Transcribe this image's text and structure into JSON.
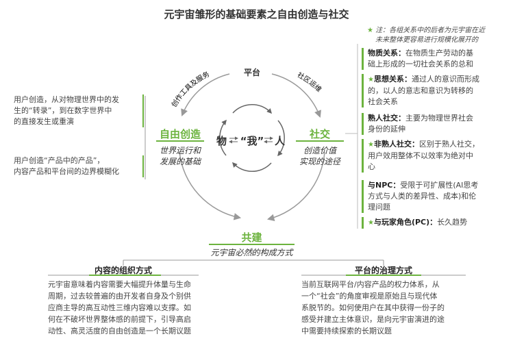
{
  "title": "元宇宙雏形的基础要素之自由创造与社交",
  "note": {
    "line1": "注：各组关系中的后者为元宇宙在近",
    "line2": "未来整体更容易进行规模化展开的"
  },
  "diagram": {
    "top_node": "平台",
    "arc_left_label": "创作工具及服务",
    "arc_right_label": "社区运维",
    "left_node": {
      "title": "自由创造",
      "sub1": "世界运行和",
      "sub2": "发展的基础"
    },
    "right_node": {
      "title": "社交",
      "sub1": "创造价值",
      "sub2": "实现的途径"
    },
    "center": {
      "left": "物",
      "mid": "“我”",
      "right": "人"
    },
    "bottom_node": {
      "title": "共建",
      "sub": "元宇宙必然的构成方式"
    }
  },
  "left_notes": [
    {
      "lines": [
        "用户创造，从对物理世界中的发",
        "生的“转录”，到在数字世界中",
        "的直接发生或重演"
      ]
    },
    {
      "lines": [
        "用户创造“产品中的产品”，",
        "内容产品和平台间的边界模糊化"
      ]
    }
  ],
  "right_groups": [
    {
      "items": [
        {
          "term": "物质关系：",
          "lines": [
            "在物质生产劳动的基",
            "础上形成的一切社会关系的总和"
          ],
          "starred": false
        },
        {
          "term": "思想关系：",
          "lines": [
            "通过人的意识而形成",
            "的，以人的意志和意识为转移的",
            "社会关系"
          ],
          "starred": true
        }
      ]
    },
    {
      "items": [
        {
          "term": "熟人社交：",
          "lines": [
            "主要为物理世界社会",
            "身份的延伸"
          ],
          "starred": false
        },
        {
          "term": "非熟人社交：",
          "lines": [
            "区别于熟人社交，",
            "用户效用整体不以效率为绝对中",
            "心"
          ],
          "starred": true
        }
      ]
    },
    {
      "items": [
        {
          "term": "与NPC：",
          "lines": [
            "受限于可扩展性(AI思考",
            "方式与人类的差异性、成本)和伦",
            "理问题"
          ],
          "starred": false
        },
        {
          "term": "与玩家角色(PC)：",
          "lines": [
            "长久趋势"
          ],
          "starred": true
        }
      ]
    }
  ],
  "bottom_left": {
    "title": "内容的组织方式",
    "lines": [
      "元宇宙意味着内容需要大幅提升体量与生命",
      "周期，过去较普遍的由开发者自身及个别供",
      "应商主导的高互动性三维内容难以支撑。如",
      "何在不破坏世界整体感的前提下，引导高启",
      "动性、高灵活度的自由创造是一个长期议题"
    ]
  },
  "bottom_right": {
    "title": "平台的治理方式",
    "lines": [
      "当前互联网平台/内容产品的权力体系，从",
      "一个“社会”的角度审视是原始且与现代体",
      "系脱节的。如何使用户在其中获得一份子的",
      "感受并建立主体意识，是向元宇宙演进的途",
      "中需要持续探索的长期议题"
    ]
  },
  "colors": {
    "accent": "#6cb33e",
    "line": "#999999",
    "text": "#333333"
  }
}
